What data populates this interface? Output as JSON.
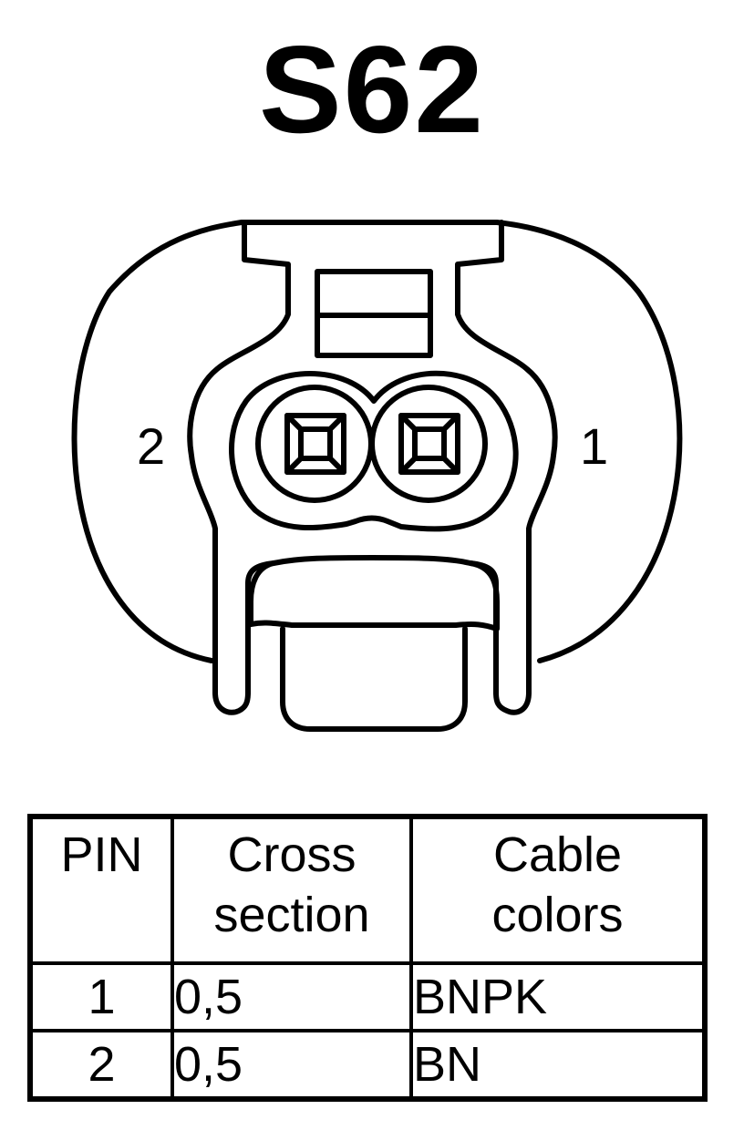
{
  "title": "S62",
  "connector": {
    "pin_labels": {
      "left": "2",
      "right": "1"
    }
  },
  "table": {
    "headers": [
      {
        "line1": "PIN",
        "line2": ""
      },
      {
        "line1": "Cross",
        "line2": "section"
      },
      {
        "line1": "Cable",
        "line2": "colors"
      }
    ],
    "rows": [
      {
        "pin": "1",
        "cross_section": "0,5",
        "color": "BNPK"
      },
      {
        "pin": "2",
        "cross_section": "0,5",
        "color": "BN"
      }
    ]
  }
}
